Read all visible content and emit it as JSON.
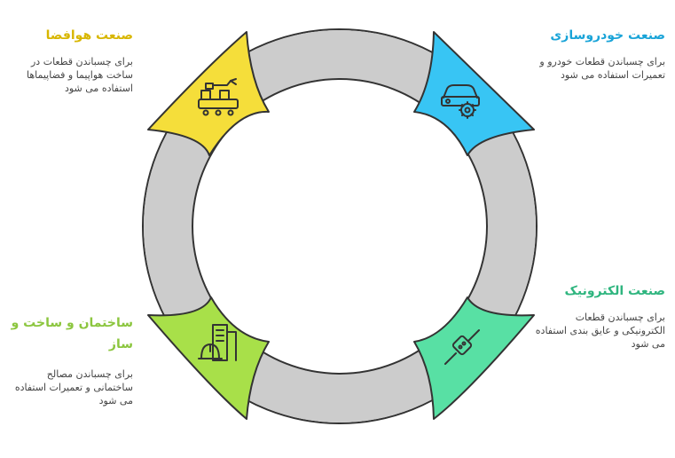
{
  "colors": {
    "ring": "#cccccc",
    "outline": "#333333",
    "aerospace": "#f5de3a",
    "automotive": "#38c5f4",
    "electronics": "#58e0a4",
    "construction": "#a8e049"
  },
  "sections": {
    "aerospace": {
      "title": "صنعت هوافضا",
      "description": "برای چسباندن قطعات در ساخت هواپیما و فضاپیماها استفاده می شود",
      "title_color": "#d8b600",
      "icon": "robot-arm-assembly-icon"
    },
    "automotive": {
      "title": "صنعت خودروسازی",
      "description": "برای چسباندن قطعات خودرو و تعمیرات استفاده می شود",
      "title_color": "#1aa4d8",
      "icon": "car-gear-icon"
    },
    "construction": {
      "title": "ساختمان و ساخت و ساز",
      "description": "برای چسباندن مصالح ساختمانی و تعمیرات استفاده می شود",
      "title_color": "#8cc63f",
      "icon": "hardhat-building-icon"
    },
    "electronics": {
      "title": "صنعت الکترونیک",
      "description": "برای چسباندن قطعات الکترونیکی و عایق بندی استفاده می شود",
      "title_color": "#2fb57f",
      "icon": "cable-connector-icon"
    }
  }
}
